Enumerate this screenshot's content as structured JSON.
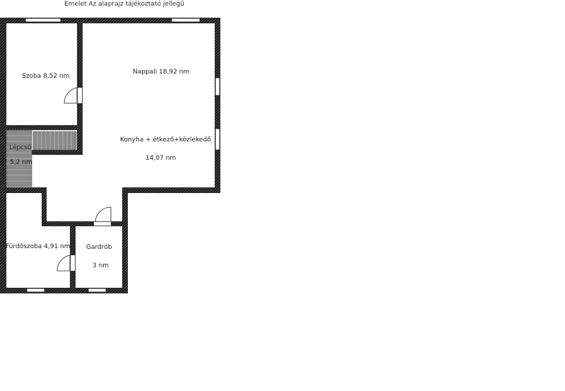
{
  "title": "Emelet Az alaprajz tájékoztató jellegű",
  "rooms": {
    "szoba": "Szoba 8,52 nm",
    "nappali": "Nappali 18,92 nm",
    "konyha": "Konyha + étkező+közlekedő",
    "konyha_area": "14,07 nm",
    "lepcso": "Lépcső",
    "lepcso_area": "5,2 nm",
    "furdo": "Fürdőszoba 4,91 nm",
    "gardrob": "Gardrób",
    "gardrob_area": "3 nm"
  },
  "colors": {
    "wall": "#1a1a1a",
    "stair_fill": "#8a8a8a",
    "background": "#ffffff"
  }
}
